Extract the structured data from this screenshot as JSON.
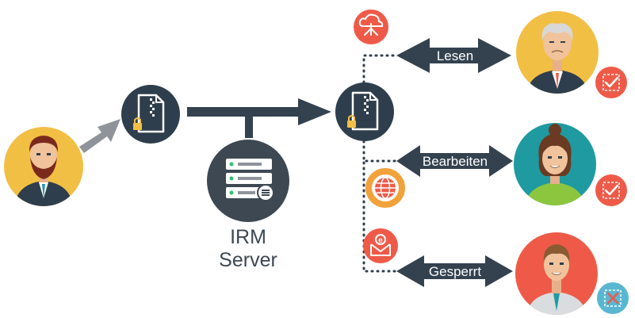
{
  "server": {
    "label_line1": "IRM",
    "label_line2": "Server"
  },
  "permissions": [
    {
      "label": "Lesen",
      "status": "allowed",
      "status_icon": "check-icon"
    },
    {
      "label": "Bearbeiten",
      "status": "allowed",
      "status_icon": "check-icon"
    },
    {
      "label": "Gesperrt",
      "status": "blocked",
      "status_icon": "cross-icon"
    }
  ],
  "icons": {
    "sender": "bearded-man-avatar-icon",
    "source_document": "locked-zip-file-icon",
    "target_document": "locked-zip-file-icon",
    "server": "server-rack-icon",
    "channel_cloud": "cloud-share-icon",
    "channel_web": "globe-icon",
    "channel_email": "email-icon"
  },
  "colors": {
    "dark_navy": "#2f3e4c",
    "arrow_dark": "#34424f",
    "arrow_gray": "#8f949a",
    "coral": "#ef5a48",
    "gold": "#f2bf45",
    "teal": "#1e9aa0",
    "allowed_badge": "#ef5a48",
    "blocked_badge": "#5ab7d1"
  }
}
